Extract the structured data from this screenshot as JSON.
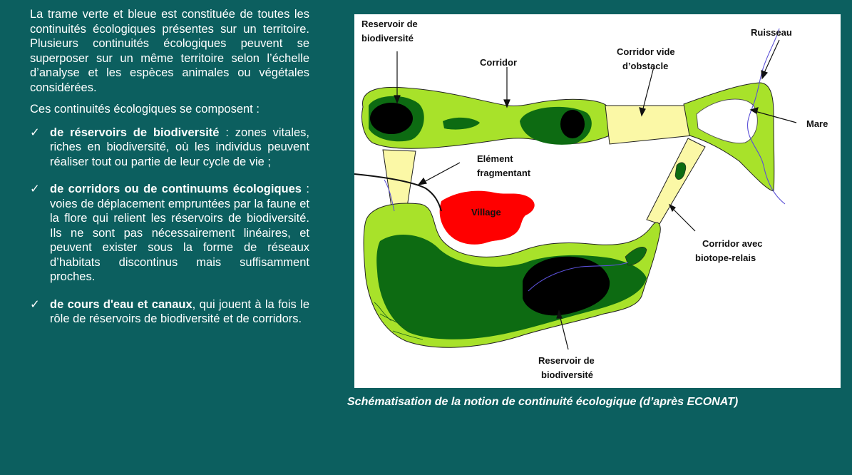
{
  "text": {
    "intro": "La trame verte et bleue est constituée de toutes les continuités écologiques présentes sur un territoire. Plusieurs continuités écologiques peuvent se superposer sur un même territoire selon l’échelle d’analyse et les espèces animales ou végétales considérées.",
    "compose": "Ces continuités écologiques se composent :",
    "check_glyph": "✓",
    "items": [
      {
        "bold": "de réservoirs de biodiversité",
        "rest": " : zones vitales, riches en biodiversité, où les individus peuvent réaliser tout ou partie de leur cycle de vie ;"
      },
      {
        "bold": "de corridors ou de continuums écologiques",
        "rest": " : voies de déplacement empruntées par la faune et la flore qui relient les réservoirs de biodiversité. Ils ne sont pas nécessairement linéaires, et peuvent exister sous la forme de réseaux d’habitats discontinus mais suffisamment proches."
      },
      {
        "bold": "de cours d'eau et canaux",
        "rest": ", qui jouent à la fois le rôle de réservoirs de biodiversité et de corridors."
      }
    ]
  },
  "diagram": {
    "labels": {
      "reservoir_top_1": "Reservoir de",
      "reservoir_top_2": "biodiversité",
      "corridor": "Corridor",
      "corridor_vide_1": "Corridor vide",
      "corridor_vide_2": "d’obstacle",
      "ruisseau": "Ruisseau",
      "mare": "Mare",
      "element_1": "Elément",
      "element_2": "fragmentant",
      "village": "Village",
      "corridor_relais_1": "Corridor avec",
      "corridor_relais_2": "biotope-relais",
      "reservoir_bottom_1": "Reservoir de",
      "reservoir_bottom_2": "biodiversité"
    },
    "colors": {
      "light_green": "#a8e22a",
      "dark_green": "#0d6b12",
      "core": "#000000",
      "corridor_fill": "#fbf8a6",
      "village": "#ff0000",
      "water": "#5a4fd6"
    }
  },
  "caption": "Schématisation de la notion de continuité écologique (d’après ECONAT)"
}
